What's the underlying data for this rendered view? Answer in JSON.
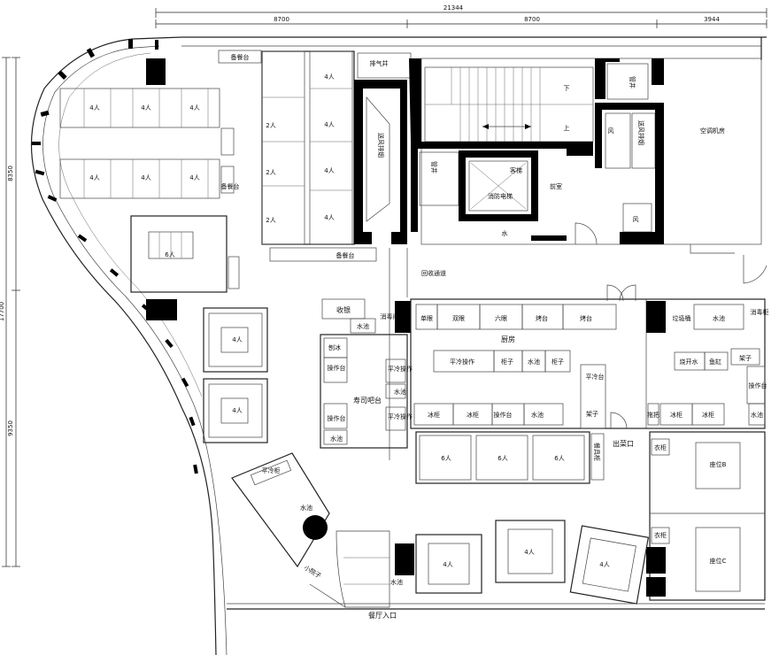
{
  "dimensions": {
    "total_width": "21344",
    "seg_1": "8700",
    "seg_2": "8700",
    "seg_3": "3944",
    "left_top": "8350",
    "left_total": "17700",
    "left_bottom": "9350"
  },
  "labels": {
    "prep_station": "备餐台",
    "four_people": "4人",
    "two_people": "2人",
    "six_people": "6人",
    "exhaust_shaft": "排气井",
    "fan_shaft": "风井",
    "air_shaft_vertical": "送风排烟",
    "pipe_shaft": "管井",
    "elevator": "客梯",
    "fire_elevator": "消防电梯",
    "lobby": "前室",
    "down": "下",
    "up": "上",
    "air_conditioning_room": "空调机房",
    "wind": "风",
    "water": "水",
    "recycle_corridor": "回收通道",
    "cashier": "收银",
    "disinfection": "消毒间",
    "water_basin": "水池",
    "shave_ice": "刨冰",
    "work_table": "操作台",
    "sushi_bar": "寿司吧台",
    "flat_cold_work": "平冷操作",
    "single_eye": "单眼",
    "double_eye": "双眼",
    "six_eye": "六眼",
    "grill": "烤台",
    "kitchen": "厨房",
    "cabinet": "柜子",
    "flat_cold_table": "平冷台",
    "ice_cabinet": "冰柜",
    "shelf": "架子",
    "garbage_bin": "垃圾桶",
    "disinfect_cabinet": "消毒柜",
    "boiling_water": "烧开水",
    "fish_tank": "鱼缸",
    "mop": "拖把",
    "tableware_cabinet": "餐具柜",
    "serving_window": "出菜口",
    "wardrobe": "衣柜",
    "seat_b": "座位B",
    "seat_c": "座位C",
    "flat_cold_cabinet": "平冷柜",
    "small_garden": "小院子",
    "entrance": "餐厅入口"
  }
}
